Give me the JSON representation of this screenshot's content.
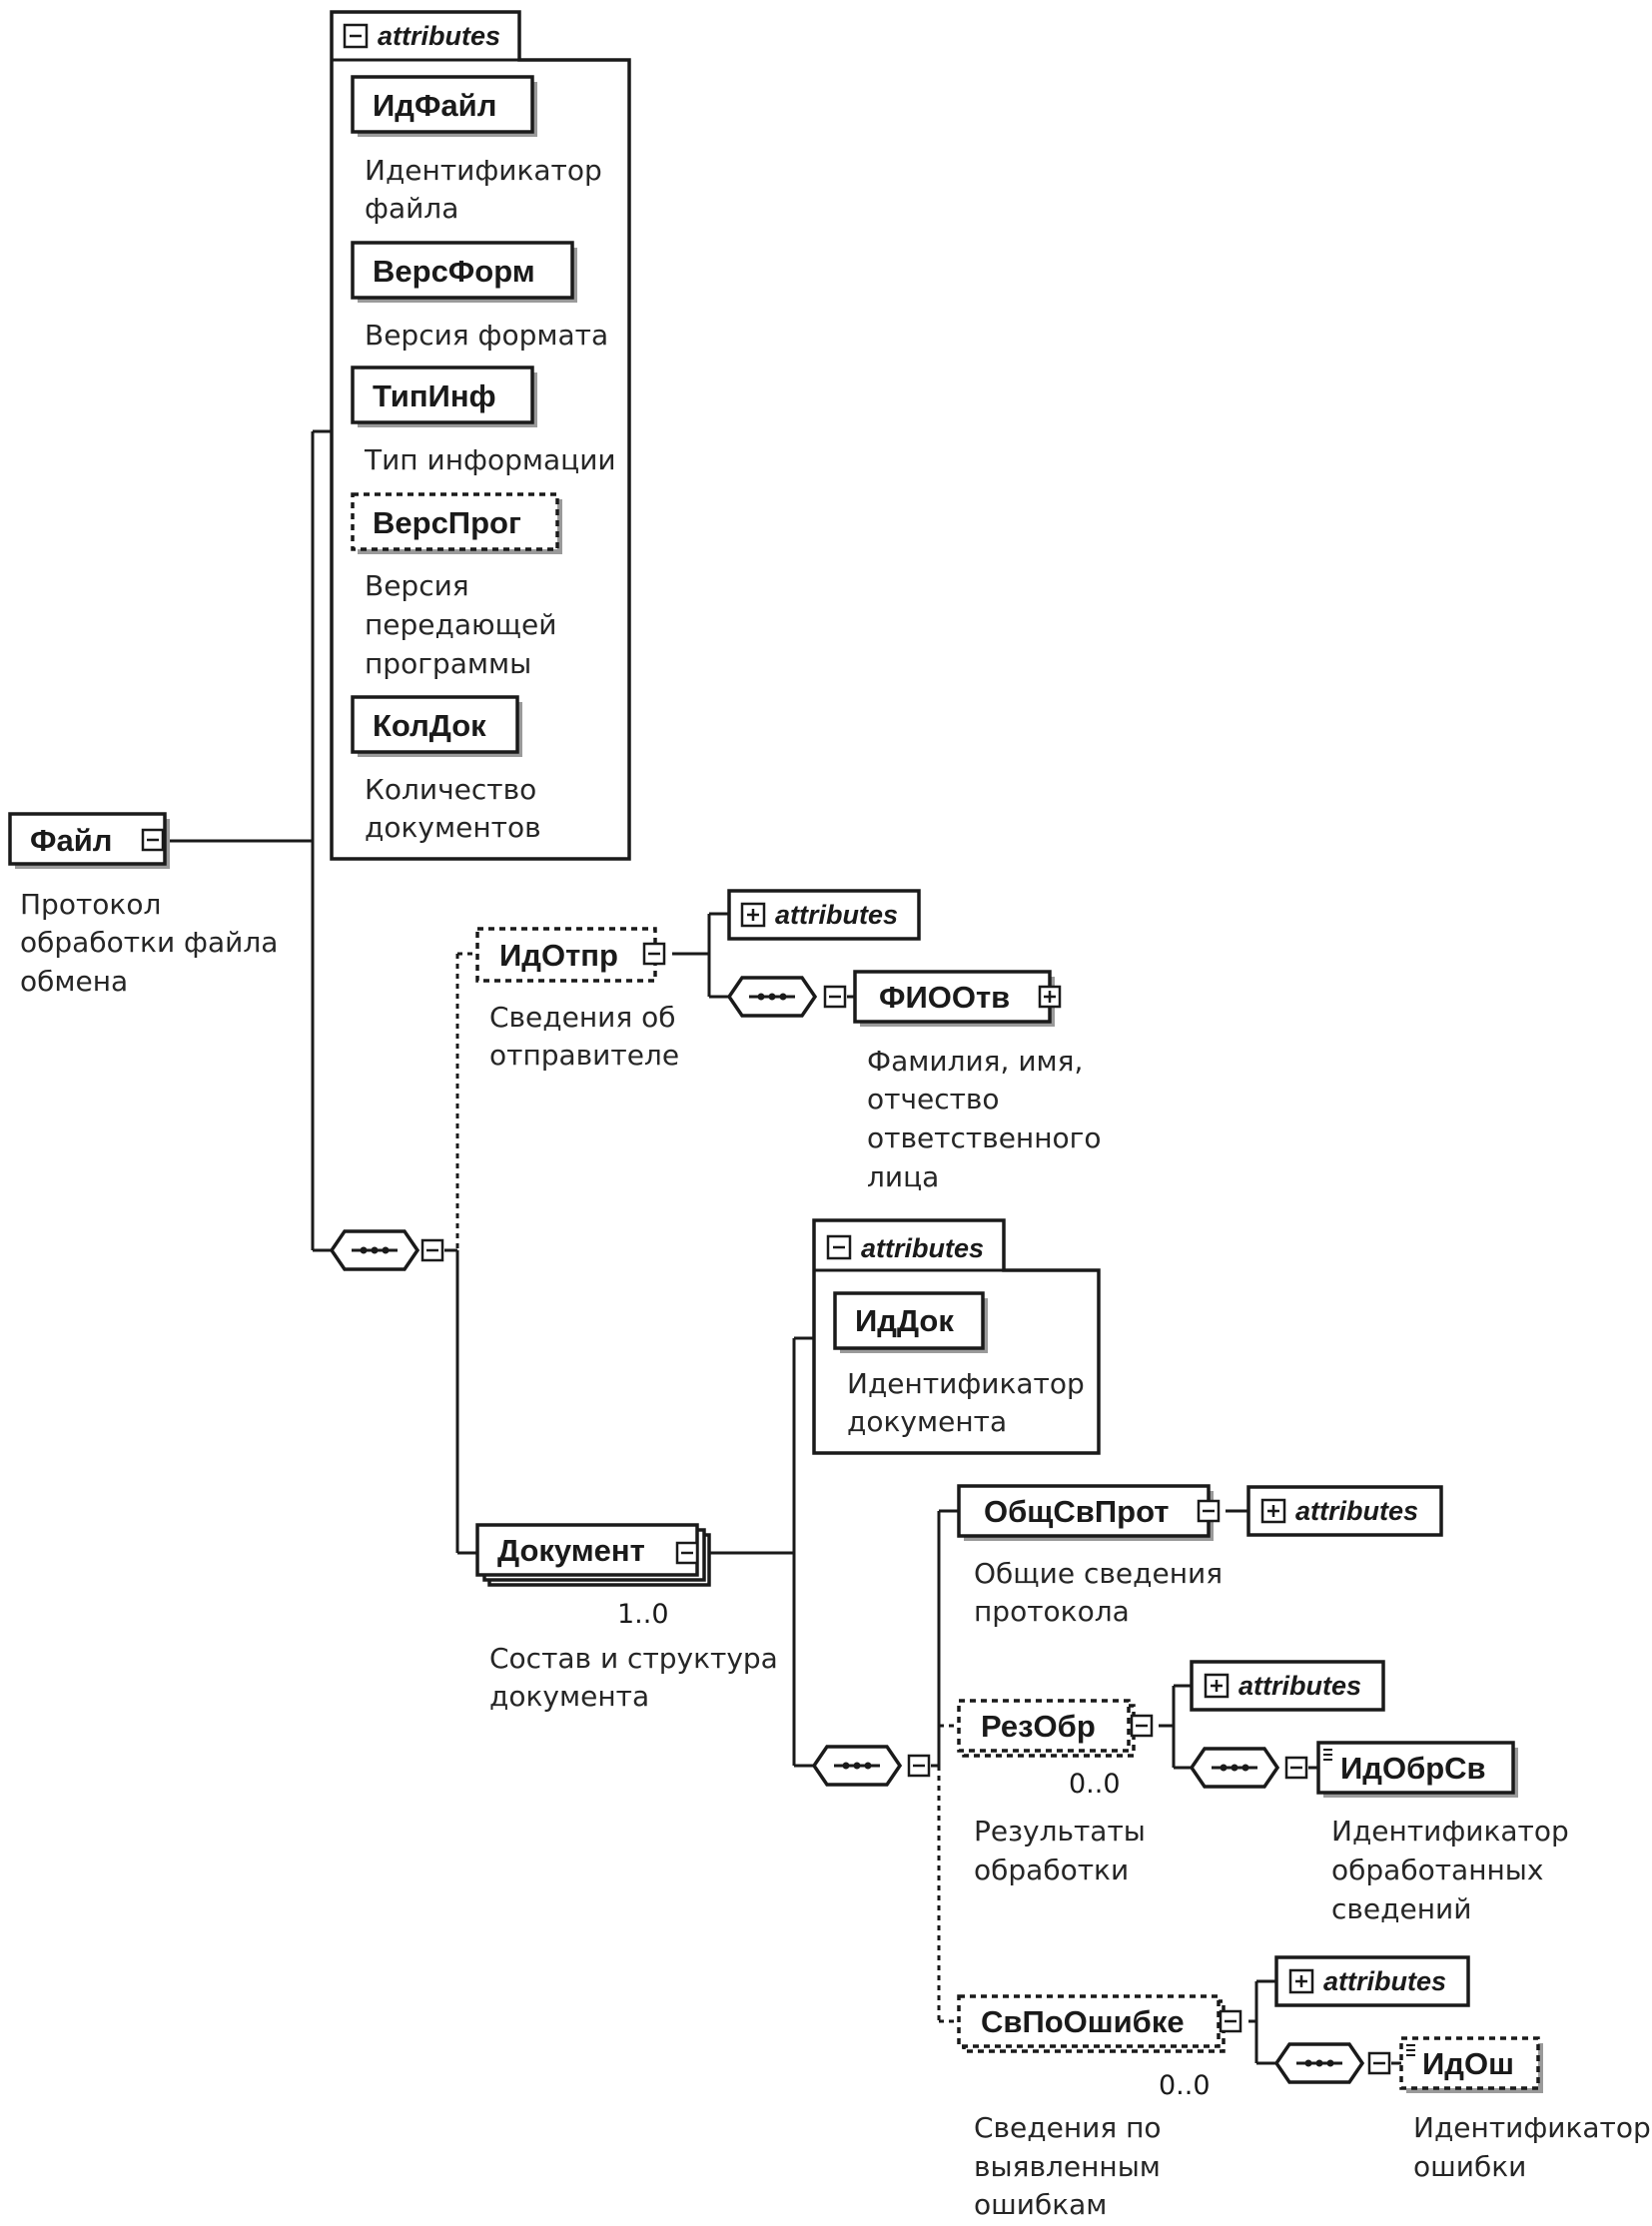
{
  "diagram": {
    "attributes_label": "attributes",
    "root": {
      "name": "Файл",
      "note": [
        "Протокол",
        "обработки файла",
        "обмена"
      ]
    },
    "root_attributes": [
      {
        "name": "ИдФайл",
        "note": [
          "Идентификатор",
          "файла"
        ]
      },
      {
        "name": "ВерсФорм",
        "note": [
          "Версия формата"
        ]
      },
      {
        "name": "ТипИнф",
        "note": [
          "Тип информации"
        ]
      },
      {
        "name": "ВерсПрог",
        "note": [
          "Версия",
          "передающей",
          "программы"
        ]
      },
      {
        "name": "КолДок",
        "note": [
          "Количество",
          "документов"
        ]
      }
    ],
    "sender": {
      "name": "ИдОтпр",
      "note": [
        "Сведения об",
        "отправителе"
      ]
    },
    "responsible": {
      "name": "ФИООтв",
      "note": [
        "Фамилия, имя,",
        "отчество",
        "ответственного",
        "лица"
      ]
    },
    "document": {
      "name": "Документ",
      "cardinality": "1..0",
      "note": [
        "Состав и структура",
        "документа"
      ]
    },
    "document_attributes": [
      {
        "name": "ИдДок",
        "note": [
          "Идентификатор",
          "документа"
        ]
      }
    ],
    "general": {
      "name": "ОбщСвПрот",
      "note": [
        "Общие сведения",
        "протокола"
      ]
    },
    "result": {
      "name": "РезОбр",
      "cardinality": "0..0",
      "note": [
        "Результаты",
        "обработки"
      ]
    },
    "processed_id": {
      "name": "ИдОбрСв",
      "note": [
        "Идентификатор",
        "обработанных",
        "сведений"
      ]
    },
    "error_info": {
      "name": "СвПоОшибке",
      "cardinality": "0..0",
      "note": [
        "Сведения по",
        "выявленным",
        "ошибкам"
      ]
    },
    "error_id": {
      "name": "ИдОш",
      "note": [
        "Идентификатор",
        "ошибки"
      ]
    }
  }
}
